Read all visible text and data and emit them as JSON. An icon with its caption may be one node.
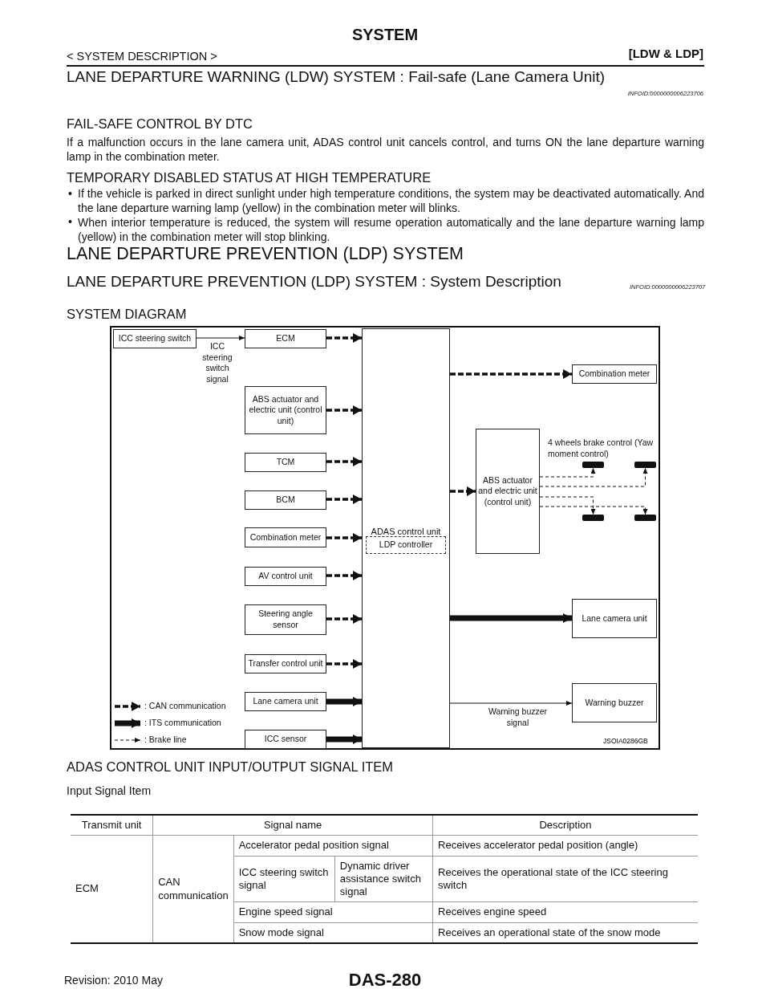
{
  "diagram": {
    "title": "SYSTEM",
    "nodes": [
      {
        "text": [
          "ICC steering switch"
        ]
      },
      {
        "text": [
          "ECM"
        ]
      },
      {
        "text": [
          "ABS actuator and electric unit (control unit)"
        ]
      },
      {
        "text": [
          "TCM"
        ]
      },
      {
        "text": [
          "BCM"
        ]
      },
      {
        "text": [
          "Combination meter"
        ]
      },
      {
        "text": [
          "AV control unit"
        ]
      },
      {
        "text": [
          "Steering angle sensor"
        ]
      },
      {
        "text": [
          "Transfer control unit"
        ]
      },
      {
        "text": [
          "Lane camera unit"
        ]
      },
      {
        "text": [
          "ICC sensor"
        ]
      },
      {
        "text": [
          "ADAS control unit"
        ]
      },
      {
        "text": [
          "LDP controller"
        ],
        "in": 11
      },
      {
        "text": [
          "Combination meter"
        ]
      },
      {
        "text": [
          "ABS actuator and electric unit (control unit)"
        ]
      },
      {
        "text": [
          "Lane camera unit"
        ]
      },
      {
        "text": [
          "Warning buzzer"
        ]
      },
      {
        "text": [],
        "shape": "bar"
      },
      {
        "text": [],
        "shape": "bar"
      },
      {
        "text": [],
        "shape": "bar"
      },
      {
        "text": [],
        "shape": "bar"
      }
    ],
    "edges": [
      {
        "from": 0,
        "to": 1,
        "arrow": "to",
        "label": "ICC steering switch signal"
      },
      {
        "from": 1,
        "to": 11,
        "arrow": "to",
        "style": "dashed"
      },
      {
        "from": 2,
        "to": 11,
        "arrow": "to",
        "style": "dashed"
      },
      {
        "from": 3,
        "to": 11,
        "arrow": "to",
        "style": "dashed"
      },
      {
        "from": 4,
        "to": 11,
        "arrow": "to",
        "style": "dashed"
      },
      {
        "from": 5,
        "to": 11,
        "arrow": "to",
        "style": "dashed"
      },
      {
        "from": 6,
        "to": 11,
        "arrow": "to",
        "style": "dashed"
      },
      {
        "from": 7,
        "to": 11,
        "arrow": "to",
        "style": "dashed"
      },
      {
        "from": 8,
        "to": 11,
        "arrow": "to",
        "style": "dashed"
      },
      {
        "from": 9,
        "to": 11,
        "arrow": "to",
        "style": "thick"
      },
      {
        "from": 10,
        "to": 11,
        "arrow": "to",
        "style": "thick"
      },
      {
        "from": 11,
        "to": 13,
        "arrow": "to",
        "style": "dashed"
      },
      {
        "from": 11,
        "to": 14,
        "arrow": "to",
        "style": "dashed"
      },
      {
        "from": 11,
        "to": 15,
        "arrow": "to",
        "style": "thick"
      },
      {
        "from": 11,
        "to": 16,
        "arrow": "to",
        "label": "Warning buzzer signal"
      },
      {
        "from": 14,
        "to": 17,
        "arrow": "to",
        "style": "dashed"
      },
      {
        "from": 14,
        "to": 18,
        "arrow": "to",
        "style": "dashed"
      },
      {
        "from": 14,
        "to": 19,
        "arrow": "to",
        "style": "dashed"
      },
      {
        "from": 14,
        "to": 20,
        "arrow": "to",
        "style": "dashed"
      }
    ],
    "labels": [
      "< SYSTEM DESCRIPTION >",
      "[LDW & LDP]",
      "LANE DEPARTURE WARNING (LDW) SYSTEM : Fail-safe (Lane Camera Unit)",
      "INFOID:0000000006223706",
      "FAIL-SAFE CONTROL BY DTC",
      "If a malfunction occurs in the lane camera unit, ADAS control unit cancels control, and turns ON the lane departure warning lamp in the combination meter.",
      "TEMPORARY DISABLED STATUS AT HIGH TEMPERATURE",
      "•",
      "If the vehicle is parked in direct sunlight under high temperature conditions, the system may be deactivated automatically. And the lane departure warning lamp (yellow) in the combination meter will blinks.",
      "•",
      "When interior temperature is reduced, the system will resume operation automatically and the lane departure warning lamp (yellow) in the combination meter will stop blinking.",
      "LANE DEPARTURE PREVENTION (LDP) SYSTEM",
      "LANE DEPARTURE PREVENTION (LDP) SYSTEM : System Description",
      "INFOID:0000000006223707",
      "SYSTEM DIAGRAM",
      "4 wheels brake control (Yaw moment control)",
      "JSOIA0286GB",
      "ADAS CONTROL UNIT INPUT/OUTPUT SIGNAL ITEM",
      "Input Signal Item",
      "Transmit unit",
      "Signal name",
      "Description",
      "ECM",
      "CAN communication",
      "Accelerator pedal position signal",
      "Receives accelerator pedal position (angle)",
      "ICC steering switch signal",
      "Dynamic driver assistance switch signal",
      "Receives the operational state of the ICC steering switch",
      "Engine speed signal",
      "Receives engine speed",
      "Snow mode signal",
      "Receives an operational state of the snow mode",
      "Revision: 2010 May",
      "DAS-280"
    ],
    "legend": [
      {
        "text": ": CAN communication"
      },
      {
        "text": ": ITS communication"
      },
      {
        "text": ": Brake line"
      }
    ]
  }
}
